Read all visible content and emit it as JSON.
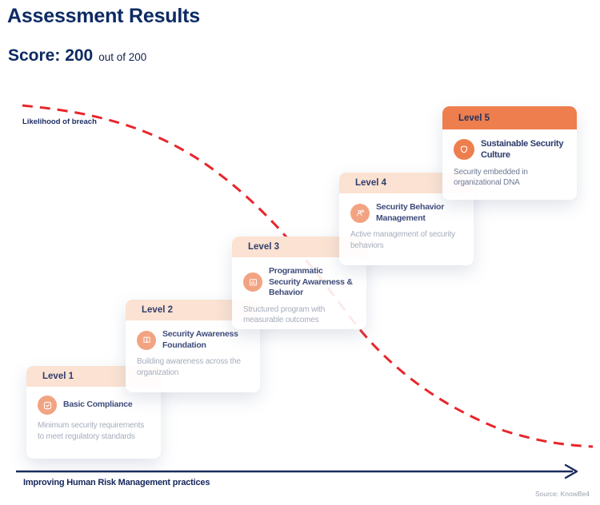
{
  "page": {
    "title": "Assessment Results",
    "score": {
      "label": "Score:",
      "value": "200",
      "suffix": "out of 200"
    }
  },
  "chart": {
    "curve_label": "Likelihood of breach",
    "curve": {
      "type": "line",
      "style": "dashed",
      "color": "#E8262B",
      "trend": "decreasing S-curve from top-left to bottom-right"
    },
    "x_axis_label": "Improving Human Risk Management practices",
    "source": "Source: KnowBe4"
  },
  "levels": [
    {
      "label": "Level 1",
      "title": "Basic Compliance",
      "description": "Minimum security requirements to meet regulatory standards",
      "icon": "check-square-icon"
    },
    {
      "label": "Level 2",
      "title": "Security Awareness Foundation",
      "description": "Building awareness across the organization",
      "icon": "open-book-icon"
    },
    {
      "label": "Level 3",
      "title": "Programmatic Security Awareness & Behavior",
      "description": "Structured program with measurable outcomes",
      "icon": "chart-board-icon"
    },
    {
      "label": "Level 4",
      "title": "Security Behavior Management",
      "description": "Active management of security behaviors",
      "icon": "user-gear-icon"
    },
    {
      "label": "Level 5",
      "title": "Sustainable Security Culture",
      "description": "Security embedded in organizational DNA",
      "icon": "shield-icon",
      "highlighted": true
    }
  ],
  "colors": {
    "heading_navy": "#0D2A63",
    "card_navy": "#3F4C7B",
    "header_peach": "#FBE2D2",
    "accent_orange": "#EE7E4E",
    "icon_salmon": "#F2A482",
    "description_gray": "#A6ADBC",
    "curve_red": "#E8262B",
    "axis_navy": "#1B2B5E"
  }
}
